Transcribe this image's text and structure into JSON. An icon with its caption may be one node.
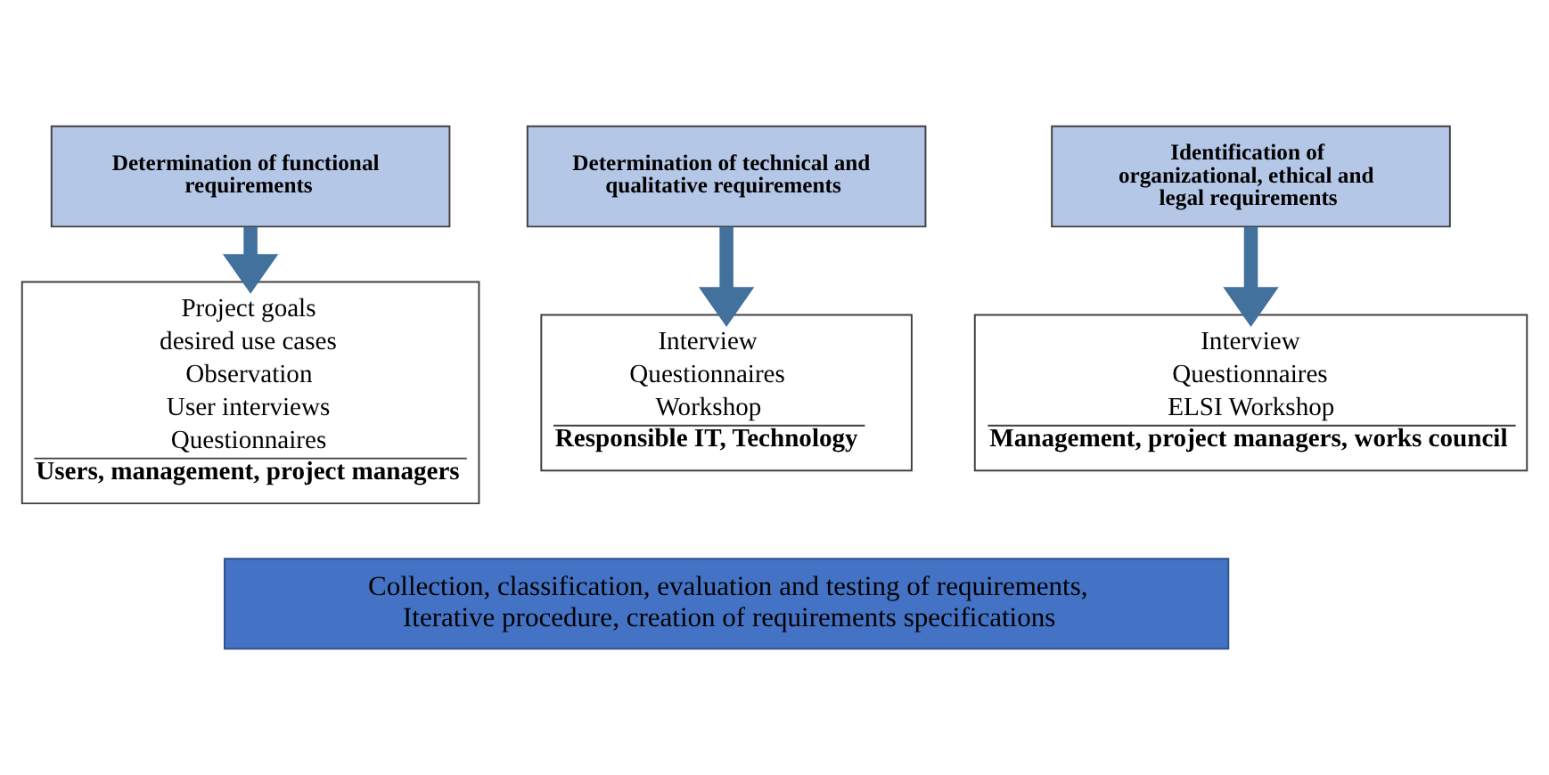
{
  "diagram": {
    "nodes": [
      {
        "text": [
          "Determination of functional requirements"
        ]
      },
      {
        "text": [
          "Determination of technical and qualitative requirements"
        ]
      },
      {
        "text": [
          "Identification of organizational, ethical and legal requirements"
        ]
      },
      {
        "text": [
          "Project goals",
          "desired use cases",
          "Observation",
          "User interviews",
          "Questionnaires",
          "Users, management, project managers"
        ]
      },
      {
        "text": [
          "Interview",
          "Questionnaires",
          "Workshop",
          "Responsible IT, Technology"
        ]
      },
      {
        "text": [
          "Interview",
          "Questionnaires",
          "ELSI Workshop",
          "Management, project managers, works council"
        ]
      },
      {
        "text": [
          "Collection, classification, evaluation and testing of requirements, Iterative procedure, creation of requirements specifications"
        ]
      }
    ],
    "edges": [
      {
        "from": 0,
        "to": 3,
        "arrow": "to"
      },
      {
        "from": 1,
        "to": 4,
        "arrow": "to"
      },
      {
        "from": 2,
        "to": 5,
        "arrow": "to"
      }
    ]
  }
}
